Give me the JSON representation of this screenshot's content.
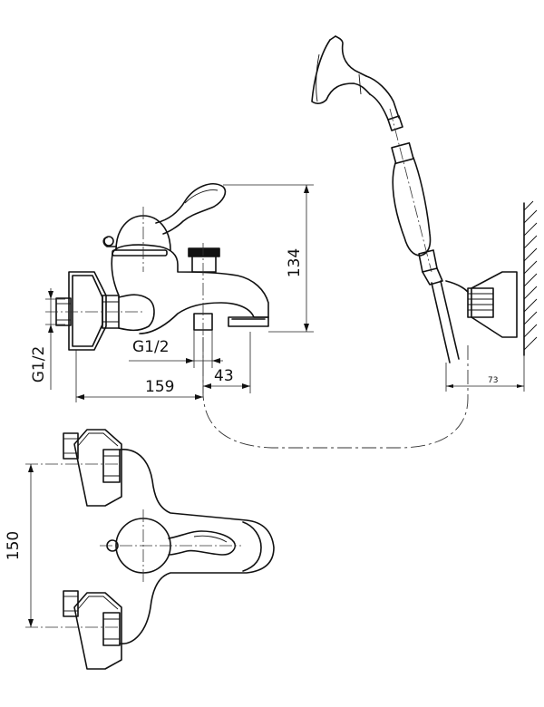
{
  "dimensions": {
    "height_134": "134",
    "thread_vertical": "G1/2",
    "thread_horizontal": "G1/2",
    "width_159": "159",
    "offset_43": "43",
    "wall_73": "73",
    "spacing_150": "150"
  }
}
